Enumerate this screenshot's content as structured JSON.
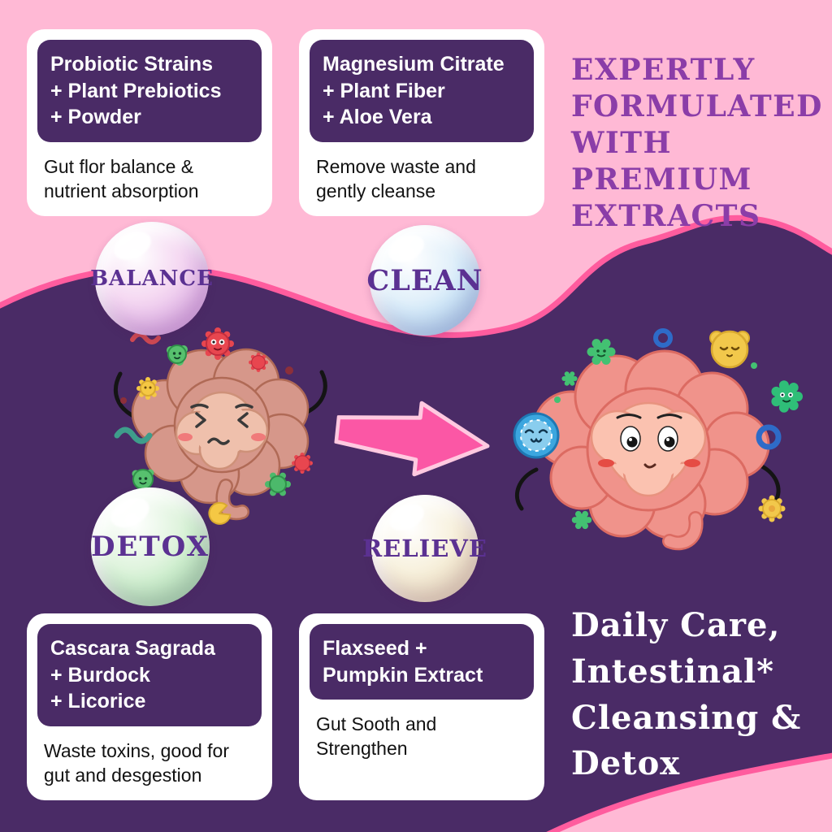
{
  "palette": {
    "background_pink": "#FFB9D5",
    "wave_purple": "#4A2B66",
    "wave_outline_pink": "#FF5C9E",
    "headline_purple": "#8B3DA8",
    "card_header_bg": "#4A2B66",
    "arrow_pink": "#FB57A5",
    "bubble_text_purple": "#5B3192"
  },
  "headline": {
    "lines": [
      "EXPERTLY",
      "FORMULATED",
      "WITH PREMIUM",
      "EXTRACTS"
    ]
  },
  "tagline": {
    "lines": [
      "Daily Care,",
      "Intestinal*",
      "Cleansing &",
      "Detox"
    ]
  },
  "cards": [
    {
      "header": "Probiotic Strains\n+ Plant Prebiotics\n+ Powder",
      "body": "Gut flor balance &\nnutrient absorption"
    },
    {
      "header": "Magnesium Citrate\n+ Plant Fiber\n+ Aloe Vera",
      "body": "Remove waste and\ngently cleanse"
    },
    {
      "header": "Cascara Sagrada\n+ Burdock\n+ Licorice",
      "body": "Waste toxins, good for\ngut and desgestion"
    },
    {
      "header": "Flaxseed +\nPumpkin Extract",
      "body": "Gut Sooth and\nStrengthen"
    }
  ],
  "bubbles": [
    {
      "label": "BALANCE",
      "color": "#CE97DB"
    },
    {
      "label": "CLEAN",
      "color": "#97C6EC"
    },
    {
      "label": "DETOX",
      "color": "#93D7A0"
    },
    {
      "label": "RELIEVE",
      "color": "#E4D3AE"
    }
  ]
}
